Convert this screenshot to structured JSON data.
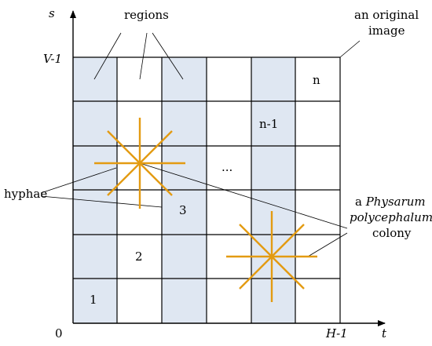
{
  "axes": {
    "y_name": "s",
    "x_name": "t",
    "origin": "0",
    "y_max": "V-1",
    "x_max": "H-1"
  },
  "annotations": {
    "regions": "regions",
    "original_image": [
      "an original",
      "image"
    ],
    "hyphae": "hyphae",
    "colony": [
      "a Physarum",
      "polycephalum",
      "colony"
    ],
    "colony_parts": {
      "article": "a ",
      "genus": "Physarum",
      "species": "polycephalum",
      "noun": "colony"
    }
  },
  "cell_labels": {
    "c1": "1",
    "c2": "2",
    "c3": "3",
    "dots": "...",
    "n_minus_1": "n-1",
    "n": "n"
  },
  "colors": {
    "region_fill": "#dfe7f2",
    "grid_line": "#000000",
    "colony_line": "#e39b12"
  }
}
